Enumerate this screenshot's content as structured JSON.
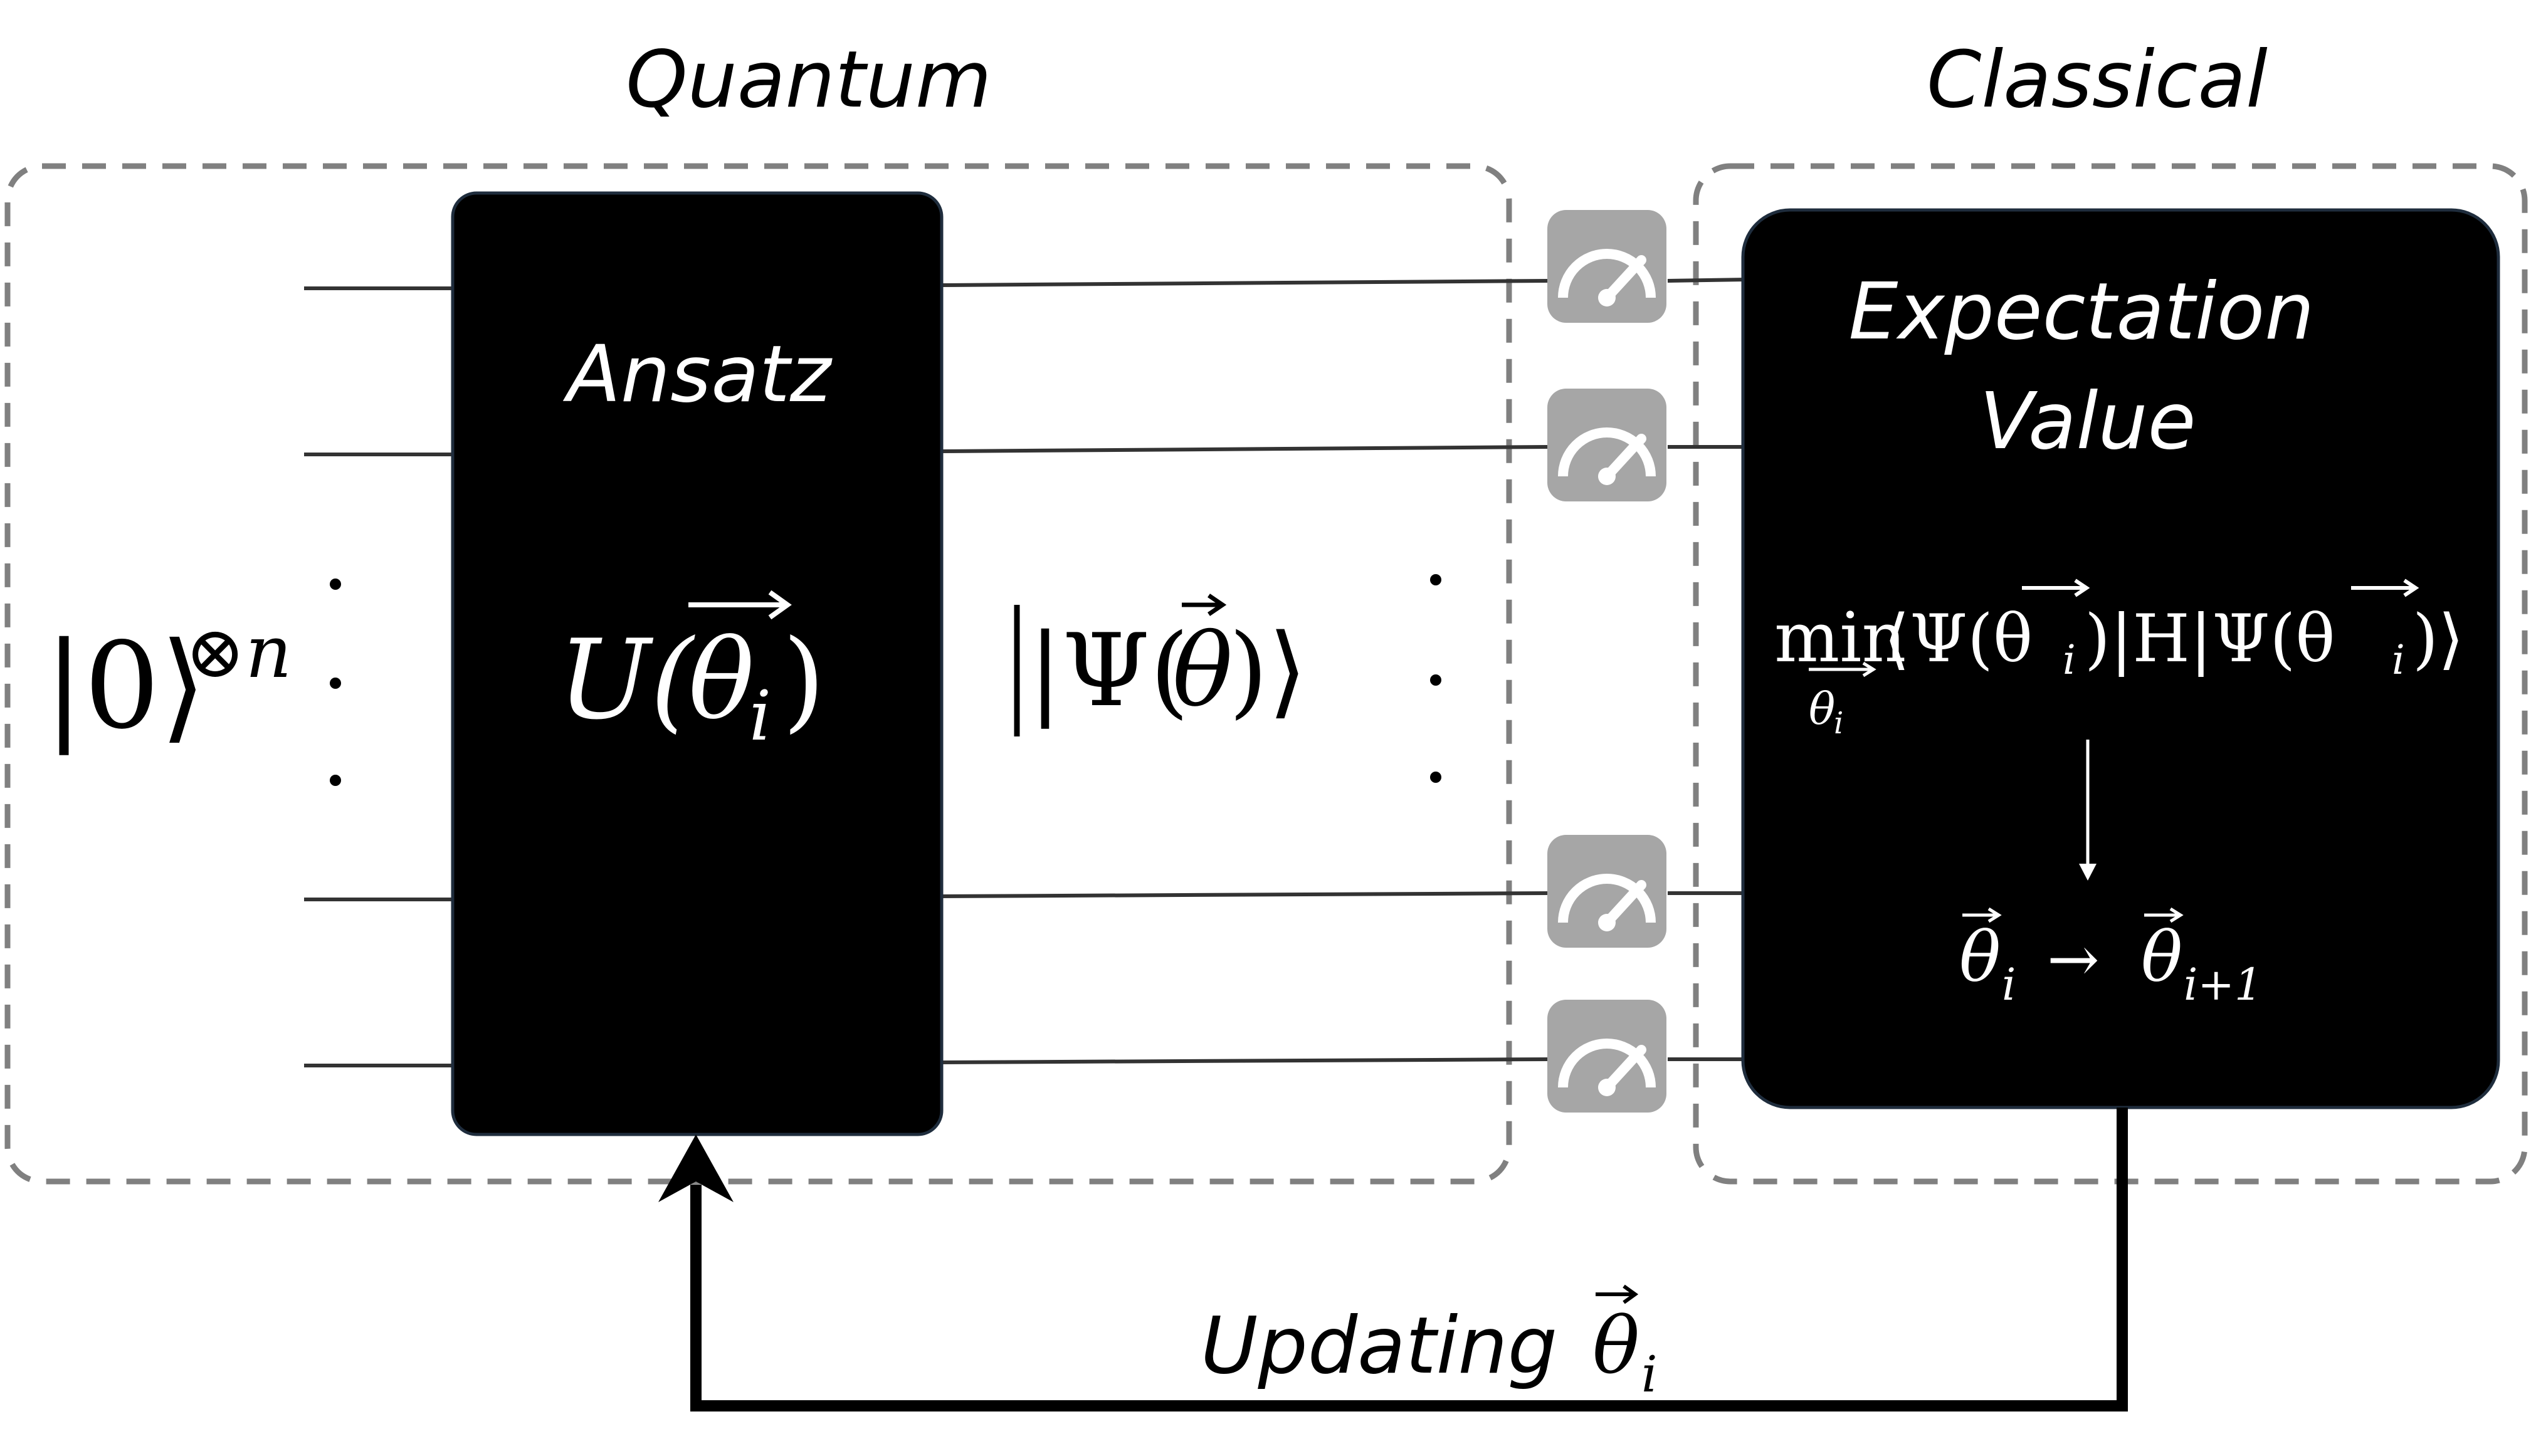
{
  "sections": {
    "quantum_label": "Quantum",
    "classical_label": "Classical"
  },
  "input_state": {
    "ket": "|0⟩",
    "power": "⊗n"
  },
  "ansatz": {
    "title": "Ansatz",
    "unitary_prefix": "U(",
    "theta": "θ",
    "subscript": "i",
    "close": ")"
  },
  "state": {
    "open": "|Ψ(",
    "theta": "θ",
    "close": ")⟩"
  },
  "classical_box": {
    "title_line1": "Expectation",
    "title_line2": "Value",
    "objective_min": "min",
    "objective_expr": "⟨Ψ(θ",
    "objective_sub": "i",
    "objective_mid": ")|H|Ψ(θ",
    "objective_end": ")⟩",
    "min_under": "θ",
    "min_under_sub": "i",
    "update_left": "θ",
    "update_left_sub": "i",
    "update_arrow": "→",
    "update_right": "θ",
    "update_right_sub": "i+1"
  },
  "feedback": {
    "label": "Updating",
    "theta": "θ",
    "subscript": "i"
  },
  "icons": {
    "meter": "measurement-meter-icon"
  },
  "colors": {
    "box_fill": "#000000",
    "dash": "#808080",
    "meter_bg": "#a6a6a6"
  }
}
